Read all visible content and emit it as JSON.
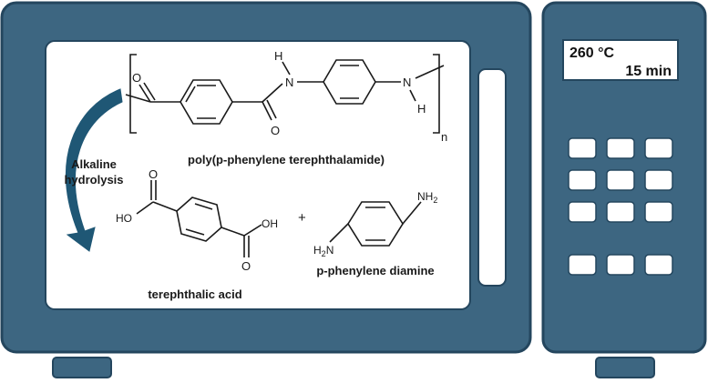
{
  "colors": {
    "oven_body": "#3d6681",
    "oven_outline": "#24465e",
    "window": "#ffffff",
    "display": "#ffffff",
    "button": "#ffffff",
    "arrow": "#1f5775",
    "ink": "#1a1a1a"
  },
  "display": {
    "temperature": "260 °C",
    "time": "15 min"
  },
  "reaction": {
    "process_label_line1": "Alkaline",
    "process_label_line2": "hydrolysis",
    "polymer_name": "poly(p-phenylene terephthalamide)",
    "polymer_repeat_subscript": "n",
    "product1_name": "terephthalic acid",
    "product2_name": "p-phenylene diamine",
    "plus": "+"
  },
  "atoms": {
    "O": "O",
    "N": "N",
    "H": "H",
    "HO": "HO",
    "OH": "OH",
    "NH2": "NH",
    "H2N": "H",
    "sub2": "2"
  },
  "icons": {
    "arrow": "curved-arrow-icon"
  }
}
